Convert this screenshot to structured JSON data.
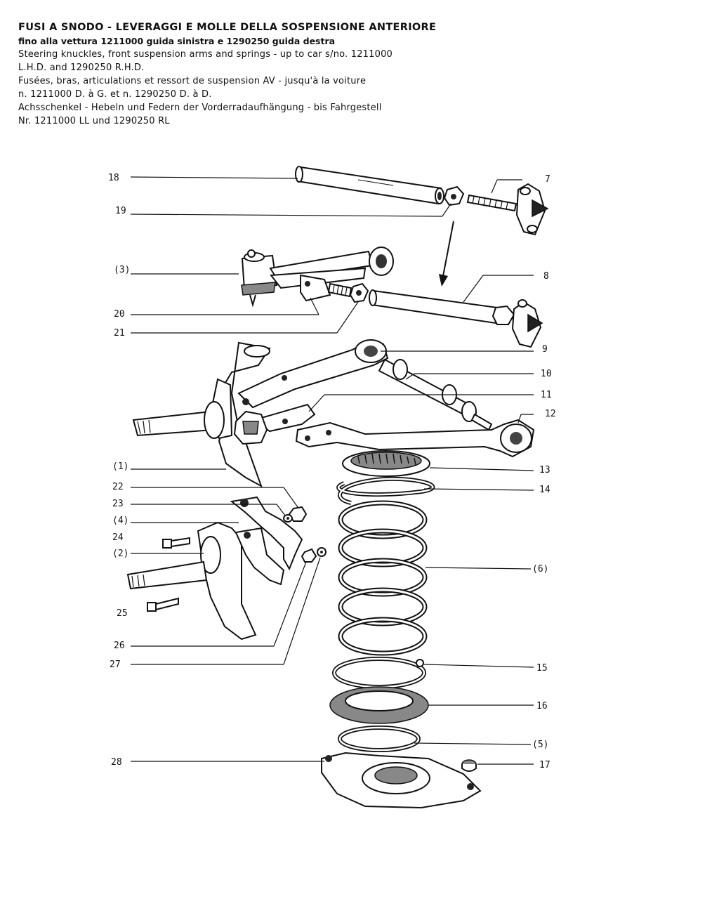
{
  "header": {
    "title_it": "FUSI A SNODO - LEVERAGGI E MOLLE DELLA SOSPENSIONE ANTERIORE",
    "subtitle_it": "fino alla vettura 1211000 guida sinistra e 1290250 guida destra",
    "en_line1": "Steering knuckles, front suspension arms and springs - up to car s/no. 1211000",
    "en_line2": "L.H.D. and 1290250 R.H.D.",
    "fr_line1": "Fusées, bras, articulations et ressort de suspension AV - jusqu'à la voiture",
    "fr_line2": "n. 1211000 D. à G. et n. 1290250 D. à D.",
    "de_line1": "Achsschenkel - Hebeln und Federn der Vorderradaufhängung - bis Fahrgestell",
    "de_line2": "Nr. 1211000 LL und 1290250 RL"
  },
  "callouts": {
    "c18": "18",
    "c19": "19",
    "c3": "(3)",
    "c20": "20",
    "c21": "21",
    "c1": "(1)",
    "c22": "22",
    "c23": "23",
    "c4": "(4)",
    "c24": "24",
    "c2": "(2)",
    "c25": "25",
    "c26": "26",
    "c27": "27",
    "c28": "28",
    "c7": "7",
    "c8": "8",
    "c9": "9",
    "c10": "10",
    "c11": "11",
    "c12": "12",
    "c13": "13",
    "c14": "14",
    "c6": "(6)",
    "c15": "15",
    "c16": "16",
    "c5": "(5)",
    "c17": "17"
  }
}
